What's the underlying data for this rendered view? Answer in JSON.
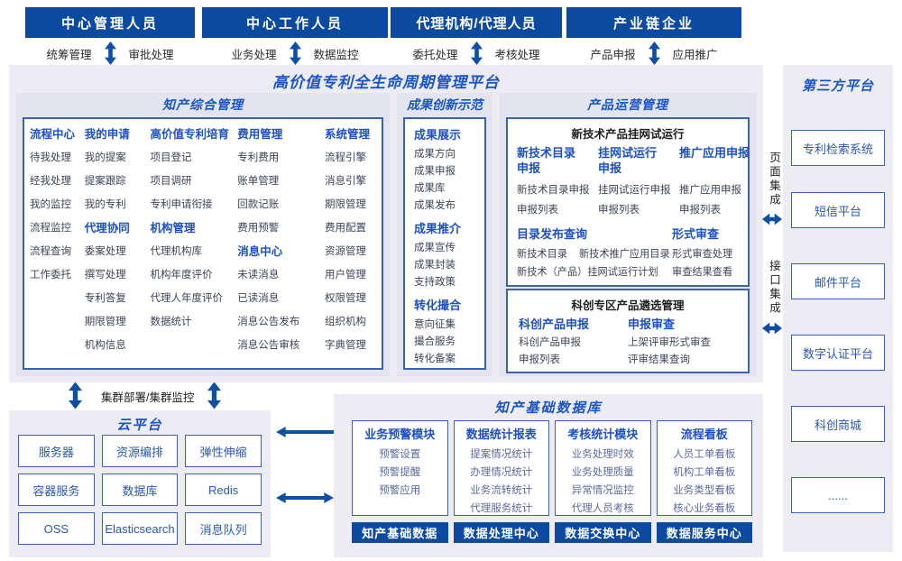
{
  "platform_title": "高价值专利全生命周期管理平台",
  "roles": [
    {
      "title": "中心管理人员",
      "left": "统筹管理",
      "right": "审批处理"
    },
    {
      "title": "中心工作人员",
      "left": "业务处理",
      "right": "数据监控"
    },
    {
      "title": "代理机构/代理人员",
      "left": "委托处理",
      "right": "考核处理"
    },
    {
      "title": "产业链企业",
      "left": "产品申报",
      "right": "应用推广"
    }
  ],
  "ip": {
    "title": "知产综合管理",
    "columns": [
      {
        "groups": [
          {
            "header": "流程中心",
            "items": [
              "待我处理",
              "经我处理",
              "我的监控",
              "流程监控",
              "流程查询",
              "工作委托"
            ]
          }
        ]
      },
      {
        "groups": [
          {
            "header": "我的申请",
            "items": [
              "我的提案",
              "提案跟踪",
              "我的专利"
            ]
          },
          {
            "header": "代理协同",
            "items": [
              "委案处理",
              "撰写处理",
              "专利答复",
              "期限管理",
              "机构信息"
            ]
          }
        ]
      },
      {
        "groups": [
          {
            "header": "高价值专利培育",
            "items": [
              "项目登记",
              "项目调研",
              "专利申请衔接"
            ]
          },
          {
            "header": "机构管理",
            "items": [
              "代理机构库",
              "机构年度评价",
              "代理人年度评价",
              "数据统计"
            ]
          }
        ]
      },
      {
        "groups": [
          {
            "header": "费用管理",
            "items": [
              "专利费用",
              "账单管理",
              "回款记账",
              "费用预警"
            ]
          },
          {
            "header": "消息中心",
            "items": [
              "未读消息",
              "已读消息",
              "消息公告发布",
              "消息公告审核"
            ]
          }
        ]
      },
      {
        "groups": [
          {
            "header": "系统管理",
            "items": [
              "流程引擎",
              "消息引擎",
              "期限管理",
              "费用配置",
              "资源管理",
              "用户管理",
              "权限管理",
              "组织机构",
              "字典管理"
            ]
          }
        ]
      }
    ]
  },
  "achv": {
    "title": "成果创新示范",
    "groups": [
      {
        "header": "成果展示",
        "items": [
          "成果方向",
          "成果申报",
          "成果库",
          "成果发布"
        ]
      },
      {
        "header": "成果推介",
        "items": [
          "成果宣传",
          "成果封装",
          "支持政策"
        ]
      },
      {
        "header": "转化撮合",
        "items": [
          "意向征集",
          "撮合服务",
          "转化备案"
        ]
      }
    ]
  },
  "ops": {
    "title": "产品运营管理",
    "grid": {
      "title": "新技术产品挂网试运行",
      "cols": [
        {
          "header": "新技术目录申报",
          "items": [
            "新技术目录申报",
            "申报列表"
          ]
        },
        {
          "header": "挂网试运行申报",
          "items": [
            "挂网试运行申报",
            "申报列表"
          ]
        },
        {
          "header": "推广应用申报",
          "items": [
            "推广应用申报",
            "申报列表"
          ]
        }
      ],
      "catalog": {
        "header": "目录发布查询",
        "row1": [
          "新技术目录",
          "新技术推广应用目录"
        ],
        "row2": "新技术（产品）挂网试运行计划"
      },
      "review": {
        "header": "形式审查",
        "items": [
          "形式审查处理",
          "审查结果查看"
        ]
      }
    },
    "select": {
      "title": "科创专区产品遴选管理",
      "cols": [
        {
          "header": "科创产品申报",
          "items": [
            "科创产品申报",
            "申报列表"
          ]
        },
        {
          "header": "申报审查",
          "items": [
            "上架评审形式审查",
            "评审结果查询"
          ]
        }
      ]
    }
  },
  "integration": {
    "page": "页面集成",
    "api": "接口集成"
  },
  "third_party": {
    "title": "第三方平台",
    "items": [
      "专利检索系统",
      "短信平台",
      "邮件平台",
      "数字认证平台",
      "科创商城",
      "......"
    ]
  },
  "cluster_label": "集群部署/集群监控",
  "cloud": {
    "title": "云平台",
    "items": [
      "服务器",
      "资源编排",
      "弹性伸缩",
      "容器服务",
      "数据库",
      "Redis",
      "OSS",
      "Elasticsearch",
      "消息队列"
    ]
  },
  "db": {
    "title": "知产基础数据库",
    "modules": [
      {
        "header": "业务预警模块",
        "items": [
          "预警设置",
          "预警提醒",
          "预警应用"
        ]
      },
      {
        "header": "数据统计报表",
        "items": [
          "提案情况统计",
          "办理情况统计",
          "业务流转统计",
          "代理服务统计"
        ]
      },
      {
        "header": "考核统计模块",
        "items": [
          "业务处理时效",
          "业务处理质量",
          "异常情况监控",
          "代理人员考核"
        ]
      },
      {
        "header": "流程看板",
        "items": [
          "人员工单看板",
          "机构工单看板",
          "业务类型看板",
          "核心业务看板"
        ]
      }
    ],
    "centers": [
      "知产基础数据",
      "数据处理中心",
      "数据交换中心",
      "数据服务中心"
    ]
  },
  "colors": {
    "primary": "#0b4a9f",
    "accent": "#1a55c6",
    "border": "#3a63ae"
  }
}
